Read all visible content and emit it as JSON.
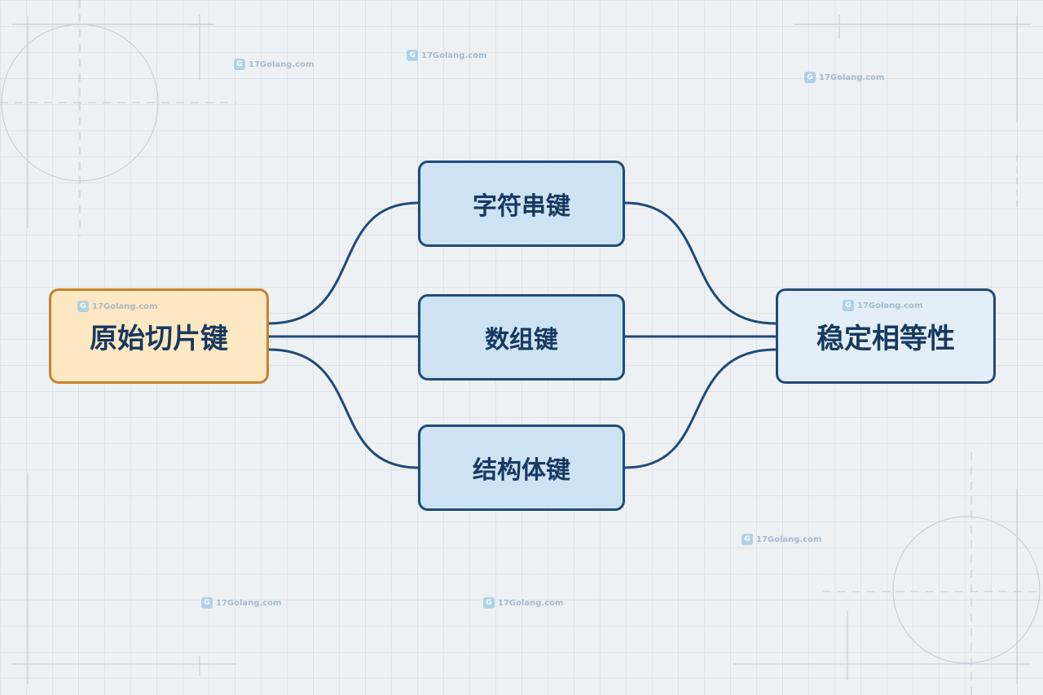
{
  "diagram": {
    "source_node": {
      "label": "原始切片键"
    },
    "middle_nodes": [
      {
        "label": "字符串键"
      },
      {
        "label": "数组键"
      },
      {
        "label": "结构体键"
      }
    ],
    "target_node": {
      "label": "稳定相等性"
    }
  },
  "watermark": {
    "text": "17Golang.com",
    "icon_glyph": "G"
  },
  "colors": {
    "connector": "#1f4a78",
    "source_fill": "#fde8c4",
    "source_border": "#c9802a",
    "middle_fill": "#cde3f3",
    "target_fill": "#e3eef8",
    "node_text": "#17395f"
  }
}
